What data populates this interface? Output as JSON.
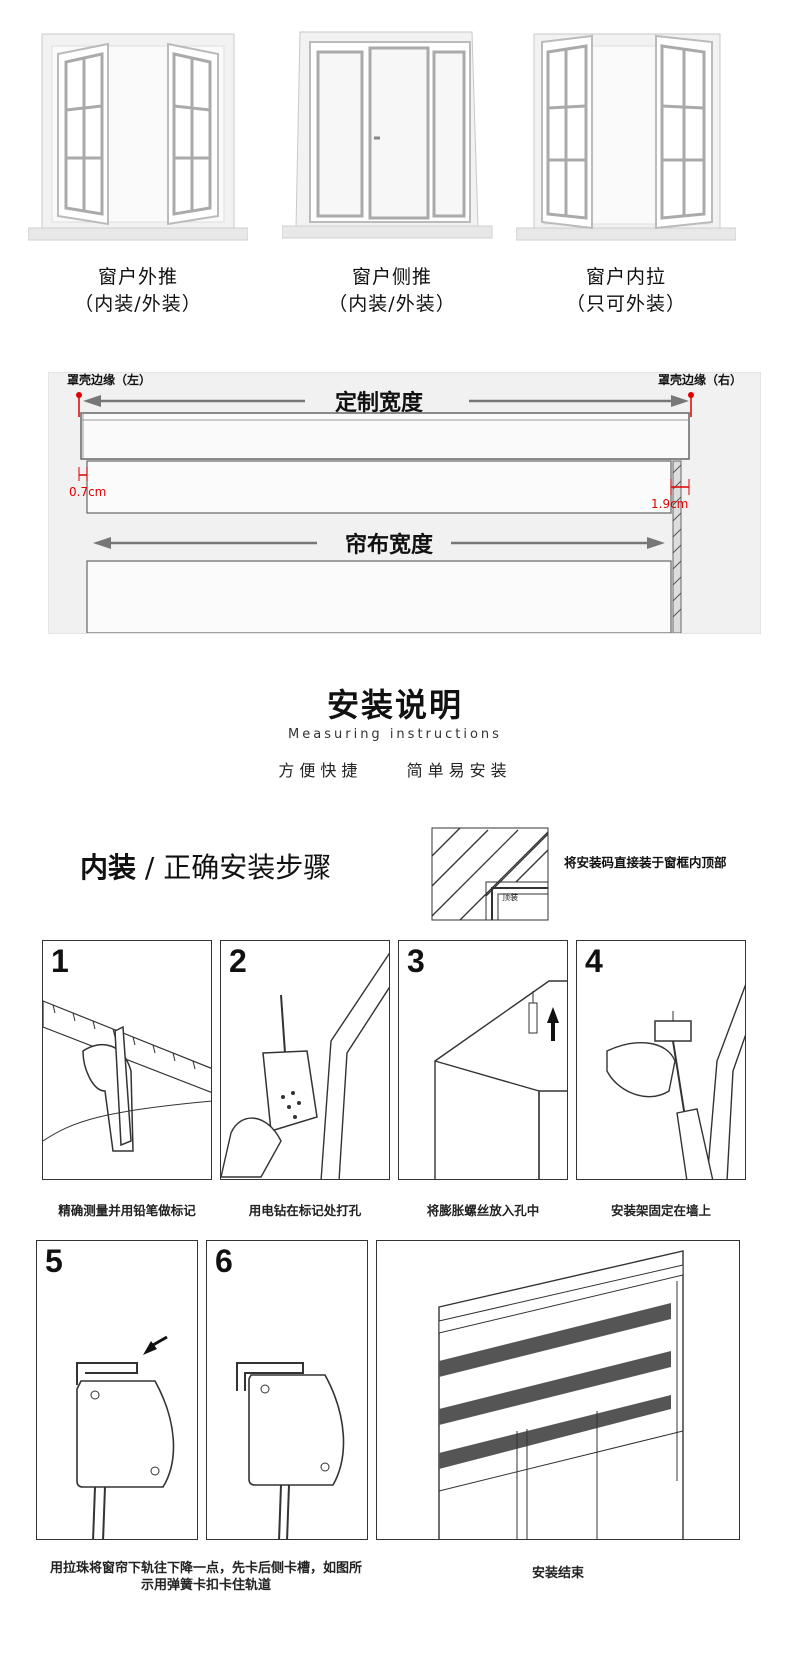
{
  "windows": [
    {
      "line1": "窗户外推",
      "line2": "（内装/外装）"
    },
    {
      "line1": "窗户侧推",
      "line2": "（内装/外装）"
    },
    {
      "line1": "窗户内拉",
      "line2": "（只可外装）"
    }
  ],
  "measure_diagram": {
    "left_label": "罩壳边缘（左）",
    "right_label": "罩壳边缘（右）",
    "custom_width": "定制宽度",
    "curtain_width": "帘布宽度",
    "left_gap": "0.7cm",
    "right_gap": "1.9cm",
    "accent_color": "#e00000"
  },
  "section": {
    "title": "安装说明",
    "subtitle": "Measuring instructions",
    "tagline_a": "方便快捷",
    "tagline_b": "简单易安装"
  },
  "inner_install": {
    "heading_bold": "内装",
    "heading_rest": " / 正确安装步骤",
    "note": "将安装码直接装于窗框内顶部",
    "top_label": "顶装"
  },
  "steps": [
    {
      "num": "1",
      "caption": "精确测量并用铅笔做标记"
    },
    {
      "num": "2",
      "caption": "用电钻在标记处打孔"
    },
    {
      "num": "3",
      "caption": "将膨胀螺丝放入孔中"
    },
    {
      "num": "4",
      "caption": "安装架固定在墙上"
    },
    {
      "num": "5",
      "caption": "用拉珠将窗帘下轨往下降一点，先卡后侧卡槽，如图所示用弹簧卡扣卡住轨道"
    },
    {
      "num": "6",
      "caption": ""
    },
    {
      "num": "",
      "caption": "安装结束"
    }
  ]
}
